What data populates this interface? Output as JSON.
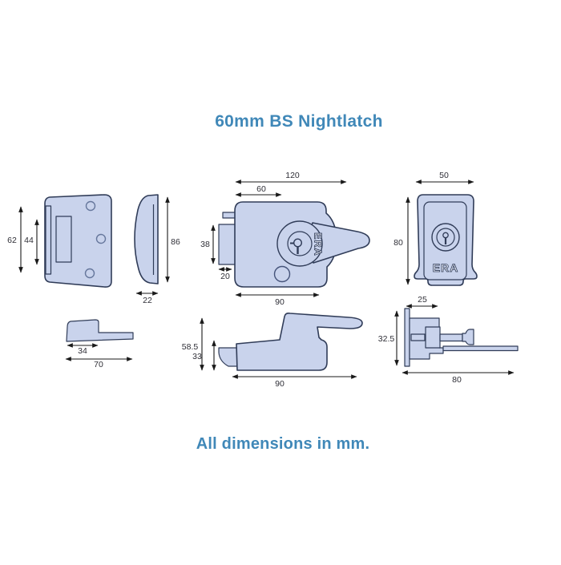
{
  "title": "60mm BS Nightlatch",
  "caption": "All dimensions in mm.",
  "brand": "ERA",
  "colors": {
    "accent_text": "#4088b8",
    "part_fill": "#c9d3ec",
    "part_outline": "#303c58",
    "dimension_line": "#1a1a1a"
  },
  "views": {
    "keep_front": {
      "name": "keep front view",
      "outer_height": "62",
      "aperture_height": "44"
    },
    "keep_side": {
      "name": "keep side profile",
      "height": "86",
      "depth": "22"
    },
    "keep_top": {
      "name": "keep top view",
      "flange_width": "34",
      "overall_width": "70"
    },
    "case_front": {
      "name": "lock case front view",
      "overall_width": "120",
      "backset": "60",
      "forend_height": "38",
      "forend_width": "20",
      "case_width": "90"
    },
    "case_side": {
      "name": "lock case side view",
      "overall_height": "58.5",
      "case_height": "33",
      "case_width": "90"
    },
    "cylinder_front": {
      "name": "cylinder pull front view",
      "width": "50",
      "height": "80"
    },
    "cylinder_side": {
      "name": "cylinder side view",
      "rose_depth": "25",
      "height": "32.5",
      "overall_length": "80"
    }
  }
}
